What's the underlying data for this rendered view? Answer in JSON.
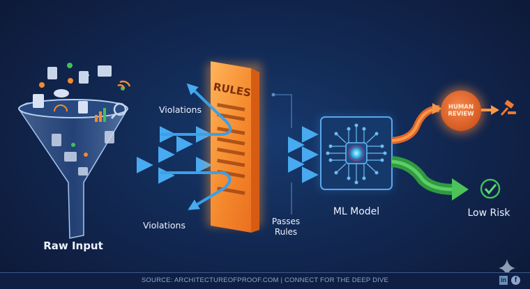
{
  "diagram": {
    "stages": [
      {
        "id": "raw-input",
        "label": "Raw Input"
      },
      {
        "id": "rules",
        "label": "RULES"
      },
      {
        "id": "ml-model",
        "label": "ML Model"
      },
      {
        "id": "human-review",
        "label_line1": "HUMAN",
        "label_line2": "REVIEW"
      },
      {
        "id": "low-risk",
        "label": "Low Risk"
      }
    ],
    "edges": {
      "violations_top": "Violations",
      "violations_bottom": "Violations",
      "passes_rules_line1": "Passes",
      "passes_rules_line2": "Rules"
    }
  },
  "footer": {
    "text": "SOURCE: ARCHITECTUREOFPROOF.COM  |  CONNECT FOR THE DEEP DIVE",
    "linkedin_label": "in",
    "facebook_label": "f"
  },
  "colors": {
    "background": "#0e1a3a",
    "flow_blue": "#3aa0ea",
    "rules_orange": "#f58a2e",
    "review_orange": "#e0642a",
    "low_risk_green": "#4cc25a",
    "text": "#eef3ff"
  }
}
